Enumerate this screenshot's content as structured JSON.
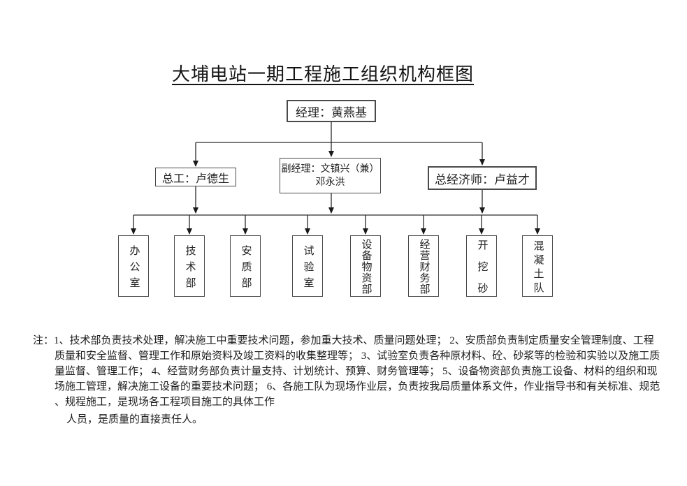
{
  "title": "大埔电站一期工程施工组织机构框图",
  "colors": {
    "ink": "#1a1a1a",
    "box_border": "#4a4a4a",
    "line": "#2a2a2a"
  },
  "org": {
    "manager": {
      "label": "经理：黄燕基"
    },
    "level2": {
      "chief_engineer": {
        "label": "总工：卢德生"
      },
      "deputy_manager": {
        "label_line1": "副经理：文镇兴（兼）",
        "label_line2": "邓永洪"
      },
      "chief_economist": {
        "label": "总经济师：卢益才"
      }
    },
    "departments": [
      "办公室",
      "技术部",
      "安质部",
      "试验室",
      "设备物资部",
      "经营财务部",
      "开挖砂",
      "混凝土队"
    ]
  },
  "notes": {
    "lines": [
      "注：1、技术部负责技术处理，解决施工中重要技术问题，参加重大技术、质量问题处理；  2、安质部负责制定质量安全管理制度、工程",
      "质量和安全监督、管理工作和原始资料及竣工资料的收集整理等；  3、试验室负责各种原材料、砼、砂浆等的检验和实验以及施工质",
      "量监督、管理工作；  4、经营财务部负责计量支持、计划统计、预算、财务管理等；  5、设备物资部负责施工设备、材料的组织和现",
      "场施工管理，解决施工设备的重要技术问题；  6、各施工队为现场作业层，负责按我局质量体系文件，作业指导书和有关标准、规范",
      "、规程施工，是现场各工程项目施工的具体工作",
      "人员，是质量的直接责任人。"
    ]
  }
}
